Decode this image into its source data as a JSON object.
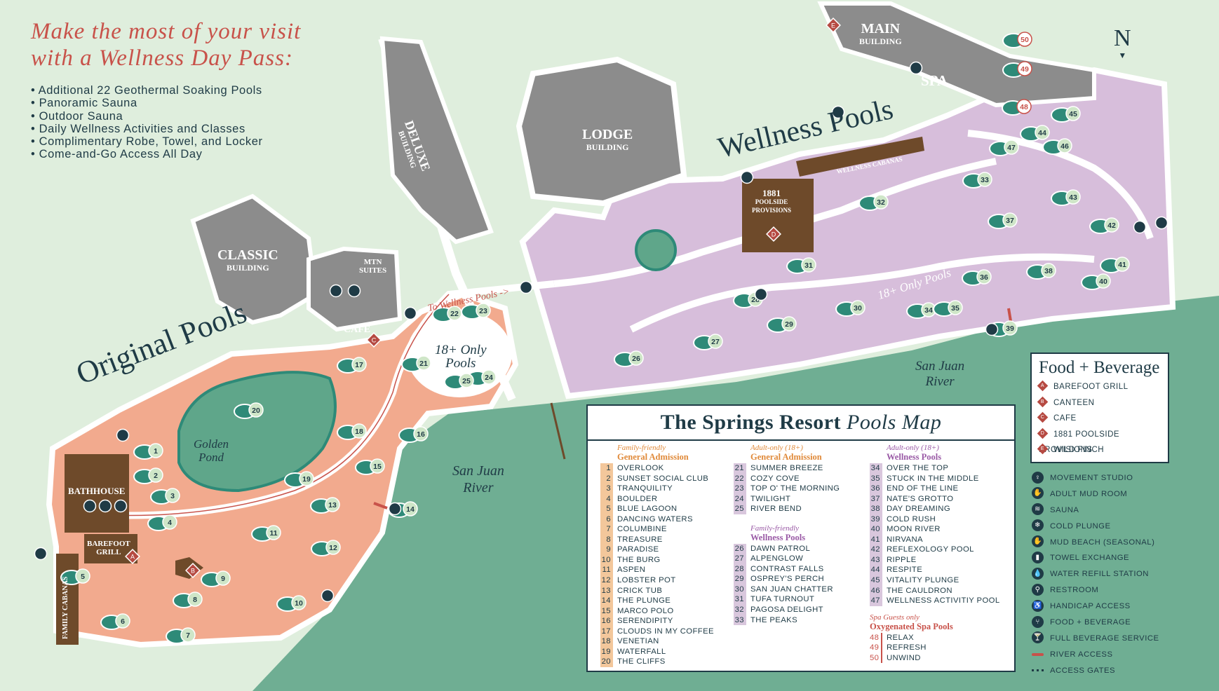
{
  "promo": {
    "headline_1": "Make the most of your visit",
    "headline_2": "with a Wellness Day Pass:",
    "bullets": [
      "Additional 22 Geothermal Soaking Pools",
      "Panoramic Sauna",
      "Outdoor Sauna",
      "Daily Wellness Activities and Classes",
      "Complimentary Robe, Towel, and Locker",
      "Come-and-Go Access All Day"
    ]
  },
  "north": "N",
  "areas": {
    "original_pools": "Original Pools",
    "wellness_pools": "Wellness Pools",
    "adult_only_a": "18+ Only",
    "adult_only_b": "Pools",
    "adult_path": "18+ Only Pools",
    "to_wellness": "To Wellness Pools ->",
    "golden_pond_a": "Golden",
    "golden_pond_b": "Pond",
    "river_a": "San Juan",
    "river_b": "River"
  },
  "buildings": {
    "main_a": "MAIN",
    "main_b": "BUILDING",
    "spa": "SPA",
    "lodge_a": "LODGE",
    "lodge_b": "BUILDING",
    "deluxe_a": "DELUXE",
    "deluxe_b": "BUILDING",
    "classic_a": "CLASSIC",
    "classic_b": "BUILDING",
    "mtn_a": "MTN",
    "mtn_b": "SUITES",
    "cafe": "CAFE",
    "bathhouse": "BATHHOUSE",
    "barefoot_a": "BAREFOOT",
    "barefoot_b": "GRILL",
    "family_cabanas": "FAMILY CABANAS",
    "wellness_cabanas": "WELLNESS CABANAS",
    "provisions_a": "1881",
    "provisions_b": "POOLSIDE",
    "provisions_c": "PROVISIONS"
  },
  "map_title": {
    "bold": "The Springs Resort",
    "italic": "Pools Map"
  },
  "categories": {
    "family_general_a": "Family-friendly",
    "family_general_b": "General Admission",
    "adult_general_a": "Adult-only (18+)",
    "adult_general_b": "General Admission",
    "family_wellness_a": "Family-friendly",
    "family_wellness_b": "Wellness Pools",
    "adult_wellness_a": "Adult-only (18+)",
    "adult_wellness_b": "Wellness Pools",
    "spa_a": "Spa Guests only",
    "spa_b": "Oxygenated Spa Pools"
  },
  "pools_family_general": [
    {
      "n": "1",
      "name": "OVERLOOK"
    },
    {
      "n": "2",
      "name": "SUNSET SOCIAL CLUB"
    },
    {
      "n": "3",
      "name": "TRANQUILITY"
    },
    {
      "n": "4",
      "name": "BOULDER"
    },
    {
      "n": "5",
      "name": "BLUE LAGOON"
    },
    {
      "n": "6",
      "name": "DANCING WATERS"
    },
    {
      "n": "7",
      "name": "COLUMBINE"
    },
    {
      "n": "8",
      "name": "TREASURE"
    },
    {
      "n": "9",
      "name": "PARADISE"
    },
    {
      "n": "10",
      "name": "THE BURG"
    },
    {
      "n": "11",
      "name": "ASPEN"
    },
    {
      "n": "12",
      "name": "LOBSTER POT"
    },
    {
      "n": "13",
      "name": "CRICK TUB"
    },
    {
      "n": "14",
      "name": "THE PLUNGE"
    },
    {
      "n": "15",
      "name": "MARCO POLO"
    },
    {
      "n": "16",
      "name": "SERENDIPITY"
    },
    {
      "n": "17",
      "name": "CLOUDS IN MY COFFEE"
    },
    {
      "n": "18",
      "name": "VENETIAN"
    },
    {
      "n": "19",
      "name": "WATERFALL"
    },
    {
      "n": "20",
      "name": "THE CLIFFS"
    }
  ],
  "pools_adult_general": [
    {
      "n": "21",
      "name": "SUMMER BREEZE"
    },
    {
      "n": "22",
      "name": "COZY COVE"
    },
    {
      "n": "23",
      "name": "TOP O' THE MORNING"
    },
    {
      "n": "24",
      "name": "TWILIGHT"
    },
    {
      "n": "25",
      "name": "RIVER BEND"
    }
  ],
  "pools_family_wellness": [
    {
      "n": "26",
      "name": "DAWN PATROL"
    },
    {
      "n": "27",
      "name": "ALPENGLOW"
    },
    {
      "n": "28",
      "name": "CONTRAST FALLS"
    },
    {
      "n": "29",
      "name": "OSPREY'S PERCH"
    },
    {
      "n": "30",
      "name": "SAN JUAN CHATTER"
    },
    {
      "n": "31",
      "name": "TUFA TURNOUT"
    },
    {
      "n": "32",
      "name": "PAGOSA DELIGHT"
    },
    {
      "n": "33",
      "name": "THE PEAKS"
    }
  ],
  "pools_adult_wellness": [
    {
      "n": "34",
      "name": "OVER THE TOP"
    },
    {
      "n": "35",
      "name": "STUCK IN THE MIDDLE"
    },
    {
      "n": "36",
      "name": "END OF THE LINE"
    },
    {
      "n": "37",
      "name": "NATE'S GROTTO"
    },
    {
      "n": "38",
      "name": "DAY DREAMING"
    },
    {
      "n": "39",
      "name": "COLD RUSH"
    },
    {
      "n": "40",
      "name": "MOON RIVER"
    },
    {
      "n": "41",
      "name": "NIRVANA"
    },
    {
      "n": "42",
      "name": "REFLEXOLOGY POOL"
    },
    {
      "n": "43",
      "name": "RIPPLE"
    },
    {
      "n": "44",
      "name": "RESPITE"
    },
    {
      "n": "45",
      "name": "VITALITY PLUNGE"
    },
    {
      "n": "46",
      "name": "THE CAULDRON"
    },
    {
      "n": "47",
      "name": "WELLNESS ACTIVITIY POOL"
    }
  ],
  "pools_spa": [
    {
      "n": "48",
      "name": "RELAX"
    },
    {
      "n": "49",
      "name": "REFRESH"
    },
    {
      "n": "50",
      "name": "UNWIND"
    }
  ],
  "food_beverage": {
    "title": "Food + Beverage",
    "items": [
      {
        "key": "A",
        "name": "BAREFOOT GRILL"
      },
      {
        "key": "B",
        "name": "CANTEEN"
      },
      {
        "key": "C",
        "name": "CAFE"
      },
      {
        "key": "D",
        "name": "1881 POOLSIDE PROVISIONS"
      },
      {
        "key": "E",
        "name": "WILD FINCH"
      }
    ]
  },
  "amenities": [
    {
      "icon": "movement-studio-icon",
      "glyph": "♀",
      "name": "MOVEMENT STUDIO"
    },
    {
      "icon": "mud-room-icon",
      "glyph": "✋",
      "name": "ADULT MUD ROOM"
    },
    {
      "icon": "sauna-icon",
      "glyph": "≋",
      "name": "SAUNA"
    },
    {
      "icon": "cold-plunge-icon",
      "glyph": "❄",
      "name": "COLD PLUNGE"
    },
    {
      "icon": "mud-beach-icon",
      "glyph": "✋",
      "name": "MUD BEACH (SEASONAL)"
    },
    {
      "icon": "towel-exchange-icon",
      "glyph": "▮",
      "name": "TOWEL EXCHANGE"
    },
    {
      "icon": "water-refill-icon",
      "glyph": "💧",
      "name": "WATER REFILL STATION"
    },
    {
      "icon": "restroom-icon",
      "glyph": "⚲",
      "name": "RESTROOM"
    },
    {
      "icon": "handicap-access-icon",
      "glyph": "♿",
      "name": "HANDICAP ACCESS"
    },
    {
      "icon": "food-beverage-icon",
      "glyph": "⑂",
      "name": "FOOD + BEVERAGE"
    },
    {
      "icon": "full-beverage-icon",
      "glyph": "🍸",
      "name": "FULL BEVERAGE SERVICE"
    },
    {
      "icon": "river-access-icon",
      "glyph": "",
      "name": "RIVER ACCESS"
    },
    {
      "icon": "access-gates-icon",
      "glyph": "",
      "name": "ACCESS GATES"
    }
  ],
  "colors": {
    "background": "#dfeedd",
    "river": "#6fae93",
    "original_area": "#f2aa8e",
    "wellness_area": "#d7bedb",
    "building": "#8c8c8c",
    "pool": "#2e8a78",
    "navy": "#1f3b46",
    "accent_red": "#c8524a",
    "brown": "#6e4a2a"
  }
}
